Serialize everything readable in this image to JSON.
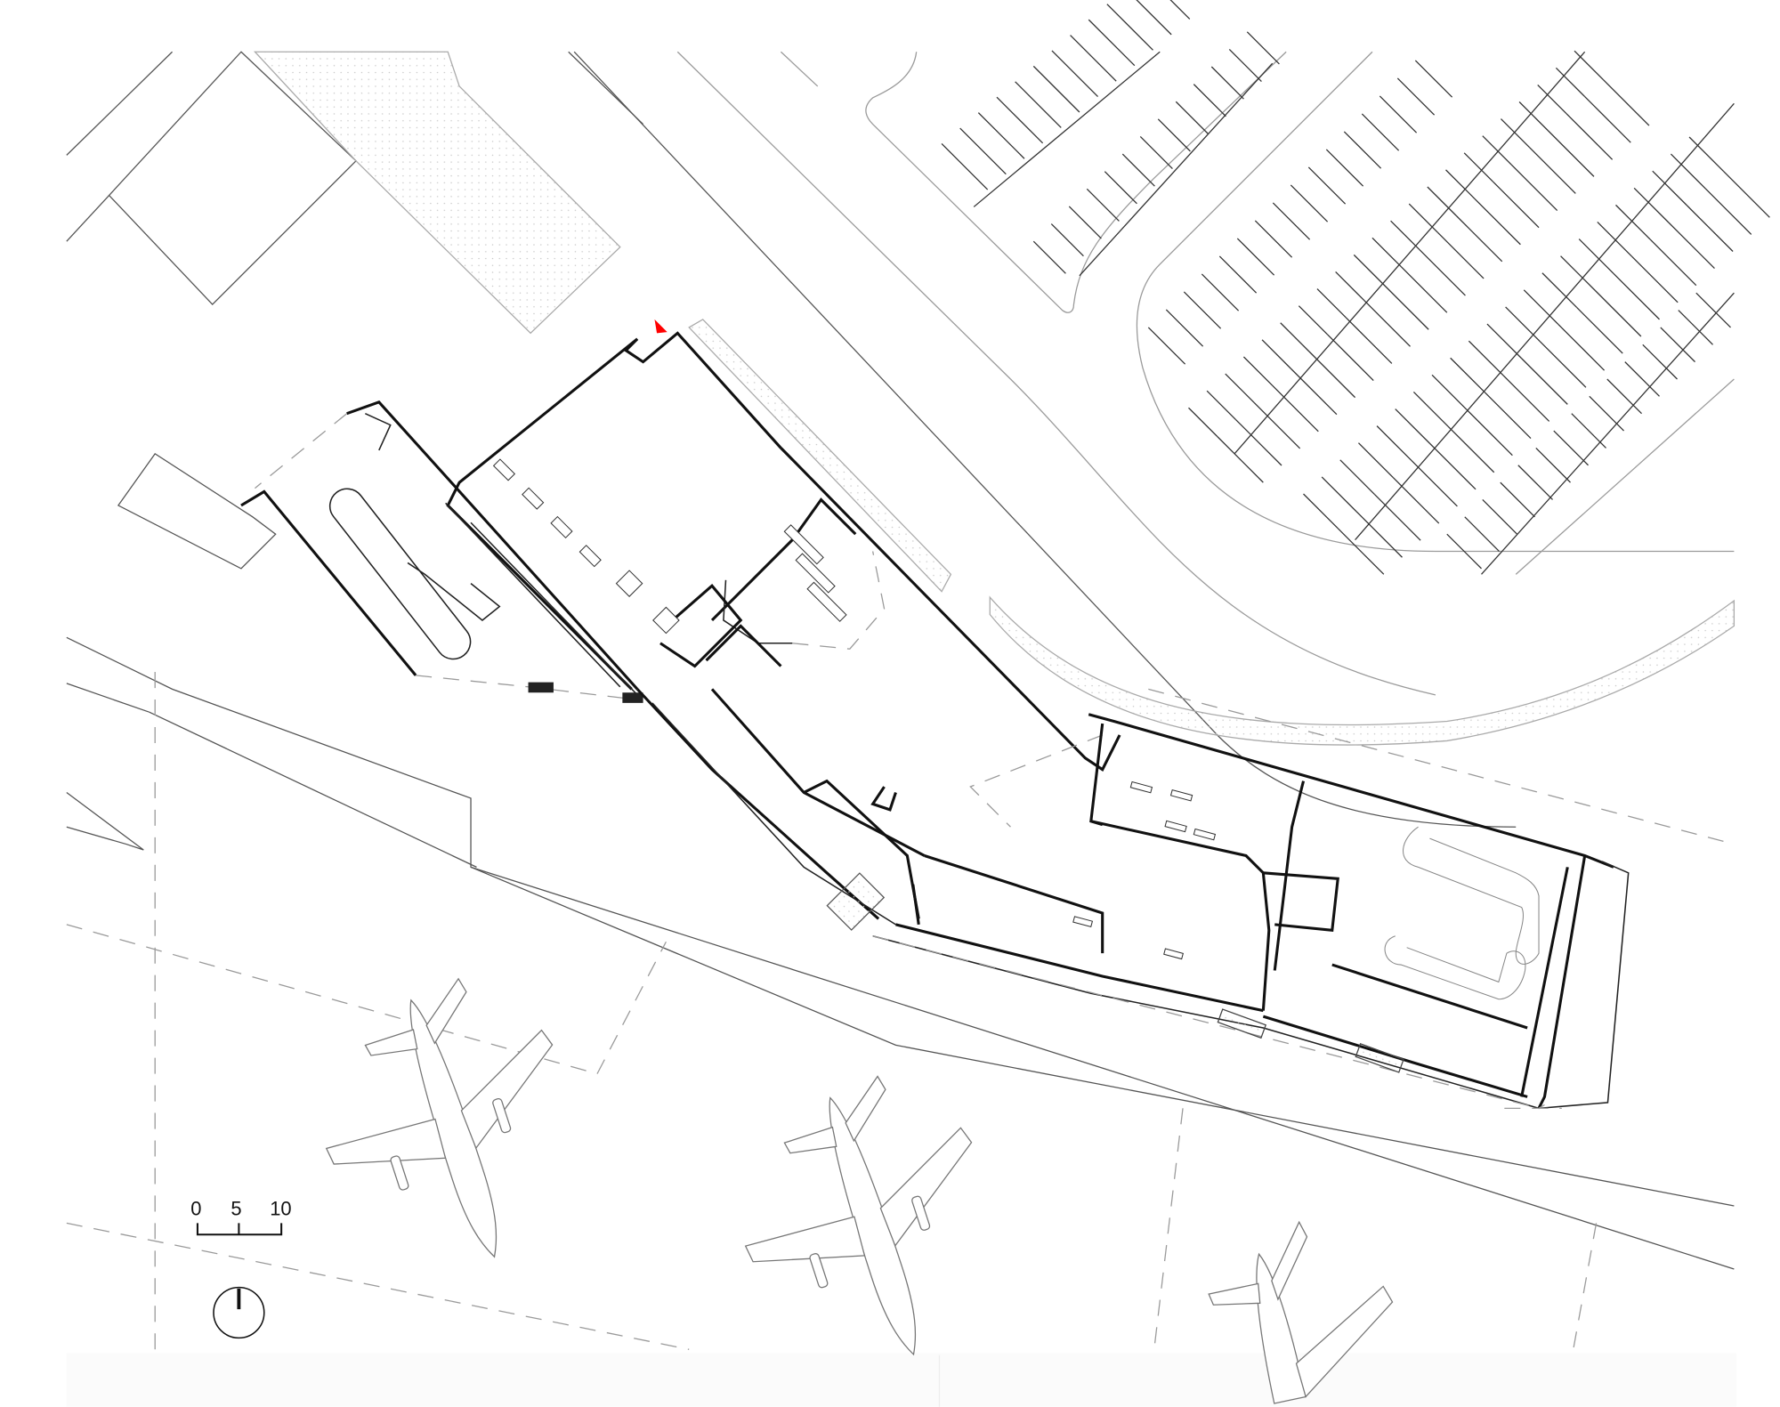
{
  "drawing": {
    "type": "architectural site plan",
    "subject": "airport terminal building with apron, aircraft stands, roads and car parking",
    "scale_bar": {
      "labels": [
        "0",
        "5",
        "10"
      ],
      "unit_implied": "m"
    },
    "north_arrow": {
      "symbol": "north-arrow",
      "direction": "up"
    },
    "entrance_marker": {
      "symbol": "red-triangle",
      "color": "#ff0000"
    },
    "colors": {
      "background": "#ffffff",
      "walls": "#111111",
      "site_lines": "#9a9a9a",
      "hatch_dots": "#c8c8c8",
      "entrance_marker": "#ff0000"
    },
    "elements": {
      "aircraft_count": 3,
      "parking_lots": 3,
      "building_wings": [
        "north-west hall",
        "central concourse",
        "east wing"
      ]
    }
  }
}
